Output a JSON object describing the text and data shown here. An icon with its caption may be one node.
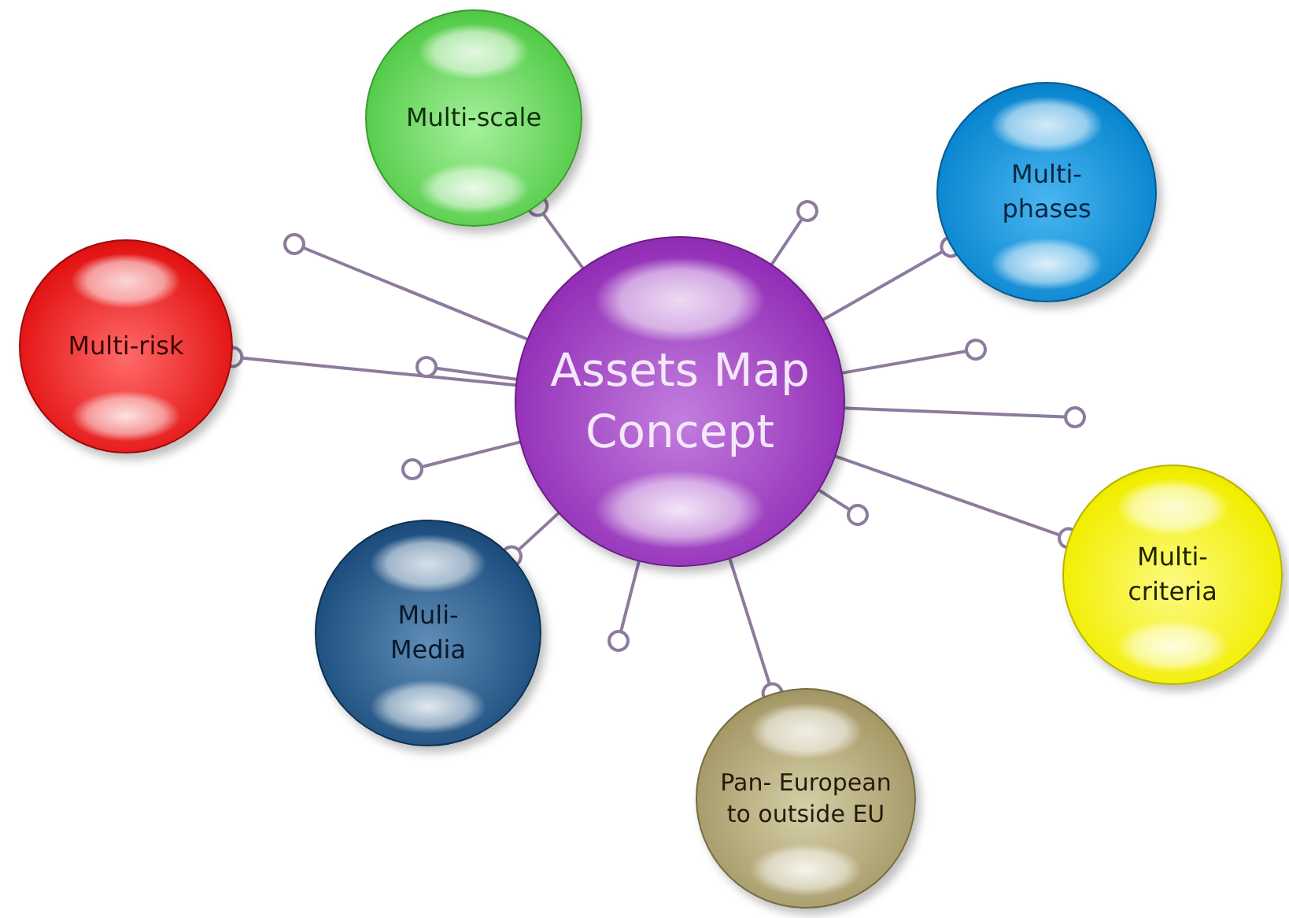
{
  "diagram": {
    "nodes": [
      {
        "text": [
          "Multi-scale"
        ]
      },
      {
        "text": [
          "Multi- phases"
        ]
      },
      {
        "text": [
          "Multi-risk"
        ]
      },
      {
        "text": [
          "Assets Map Concept"
        ]
      },
      {
        "text": [
          "Multi- criteria"
        ]
      },
      {
        "text": [
          "Muli- Media"
        ]
      },
      {
        "text": [
          "Pan- European to outside EU"
        ]
      }
    ],
    "edges": [
      {
        "from": 3,
        "to": 0,
        "arrow": "other"
      },
      {
        "from": 3,
        "to": null,
        "arrow": "other"
      },
      {
        "from": 3,
        "to": 1,
        "arrow": "other"
      },
      {
        "from": 3,
        "to": null,
        "arrow": "other"
      },
      {
        "from": 3,
        "to": null,
        "arrow": "other"
      },
      {
        "from": 3,
        "to": 4,
        "arrow": "other"
      },
      {
        "from": 3,
        "to": null,
        "arrow": "other"
      },
      {
        "from": 3,
        "to": 6,
        "arrow": "other"
      },
      {
        "from": 3,
        "to": null,
        "arrow": "other"
      },
      {
        "from": 3,
        "to": 5,
        "arrow": "other"
      },
      {
        "from": 3,
        "to": null,
        "arrow": "other"
      },
      {
        "from": 3,
        "to": 2,
        "arrow": "other"
      },
      {
        "from": 3,
        "to": null,
        "arrow": "other"
      },
      {
        "from": 3,
        "to": null,
        "arrow": "other"
      }
    ]
  }
}
